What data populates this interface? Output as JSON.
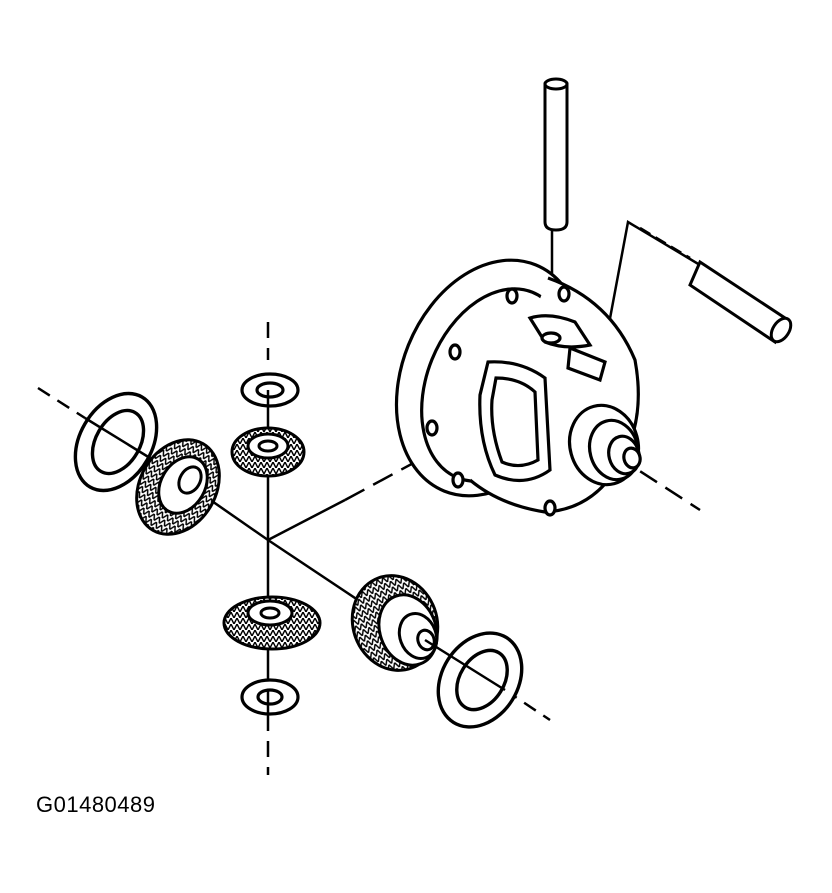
{
  "figure": {
    "reference_code": "G01480489"
  },
  "colors": {
    "ink": "#000000",
    "paper": "#ffffff"
  },
  "parts": [
    "differential-case",
    "pinion-shaft",
    "lock-pin",
    "side-gear-left",
    "side-gear-right",
    "side-gear-thrust-washer-left",
    "side-gear-thrust-washer-right",
    "pinion-gear-upper",
    "pinion-gear-lower",
    "pinion-thrust-washer-upper",
    "pinion-thrust-washer-lower"
  ]
}
